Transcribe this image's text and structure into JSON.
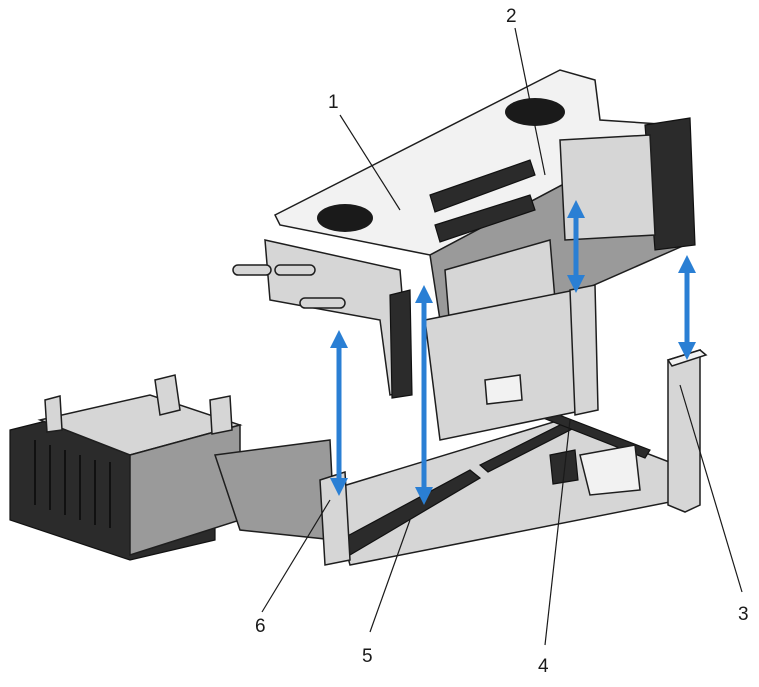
{
  "callouts": [
    {
      "id": "1",
      "label": "1"
    },
    {
      "id": "2",
      "label": "2"
    },
    {
      "id": "3",
      "label": "3"
    },
    {
      "id": "4",
      "label": "4"
    },
    {
      "id": "5",
      "label": "5"
    },
    {
      "id": "6",
      "label": "6"
    }
  ],
  "colors": {
    "arrow": "#2a7fd4",
    "outline": "#1e1e1e"
  }
}
